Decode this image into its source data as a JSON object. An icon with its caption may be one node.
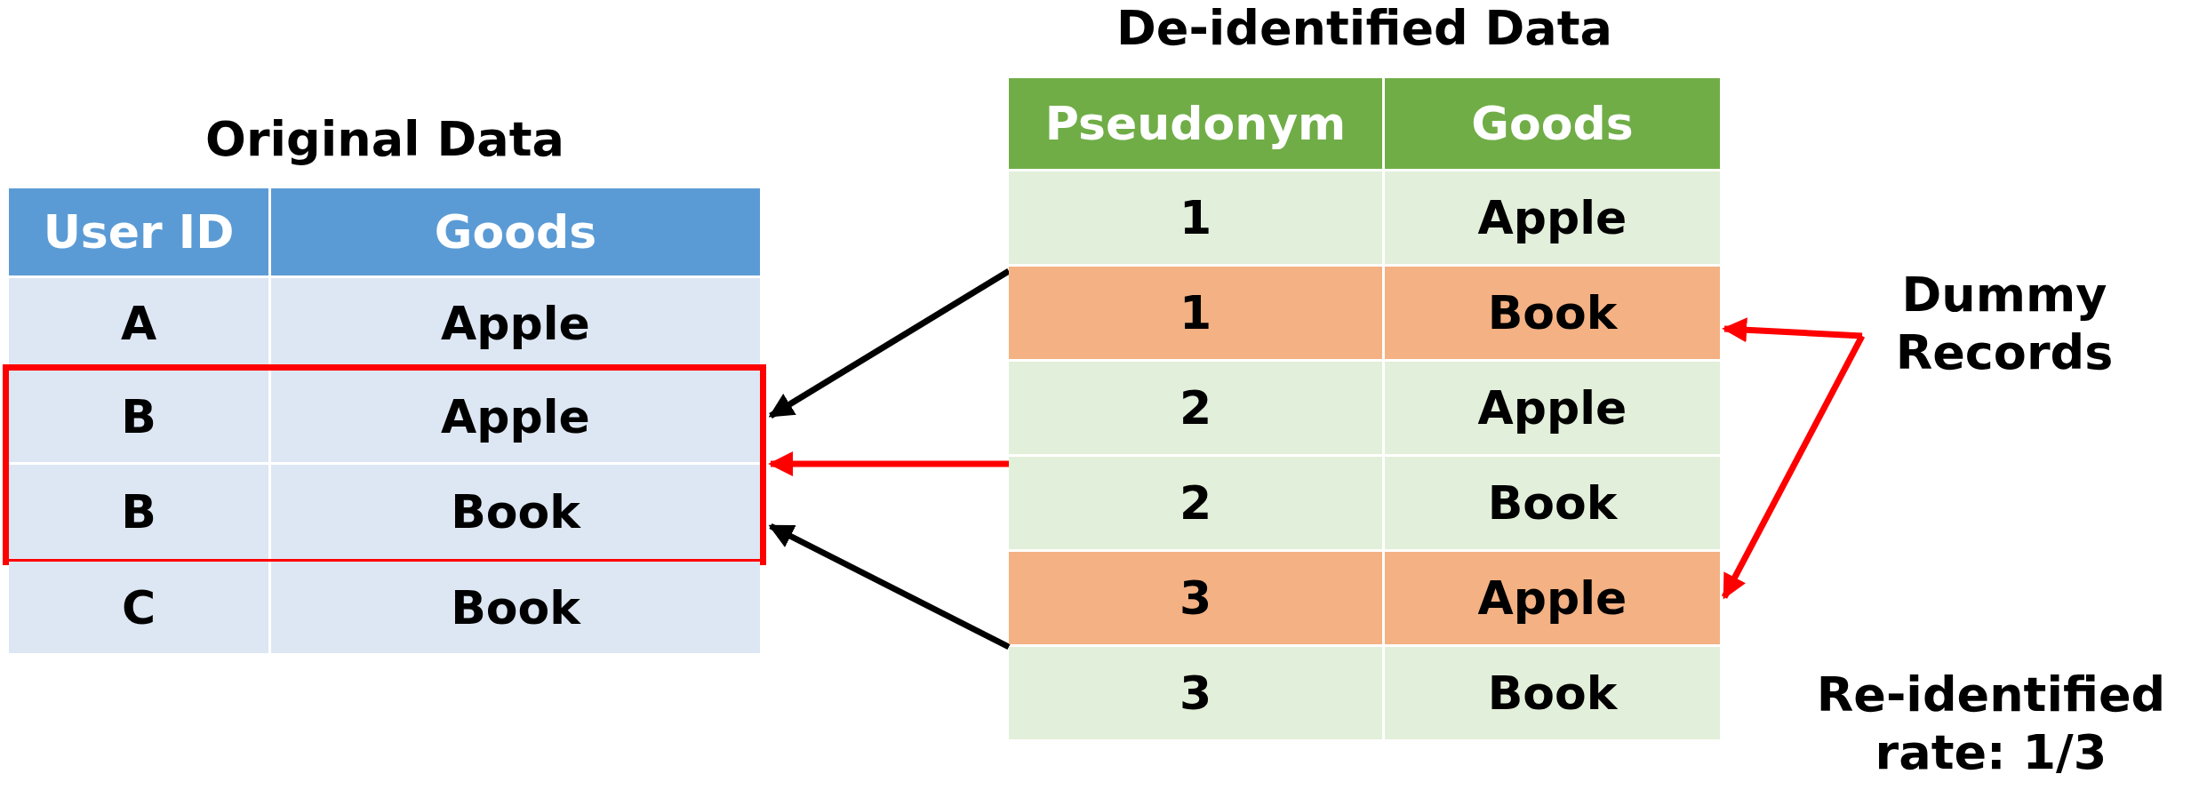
{
  "diagram": {
    "nodes": [
      {
        "text": [
          "Original Data"
        ]
      },
      {
        "text": [
          "User ID",
          "Goods"
        ],
        "in": 0
      },
      {
        "text": [
          "A",
          "Apple"
        ],
        "in": 0
      },
      {
        "text": [],
        "shape": "box",
        "in": 0
      },
      {
        "text": [
          "B",
          "Apple"
        ],
        "in": 3
      },
      {
        "text": [
          "B",
          "Book"
        ],
        "in": 3
      },
      {
        "text": [
          "C",
          "Book"
        ],
        "in": 0
      },
      {
        "text": [
          "De-identified Data"
        ]
      },
      {
        "text": [
          "Pseudonym",
          "Goods"
        ],
        "in": 7
      },
      {
        "text": [
          "1",
          "Apple"
        ],
        "in": 7
      },
      {
        "text": [
          "1",
          "Book"
        ],
        "in": 7
      },
      {
        "text": [
          "2",
          "Apple"
        ],
        "in": 7
      },
      {
        "text": [
          "2",
          "Book"
        ],
        "in": 7
      },
      {
        "text": [
          "3",
          "Apple"
        ],
        "in": 7
      },
      {
        "text": [
          "3",
          "Book"
        ],
        "in": 7
      },
      {
        "text": [
          "Dummy Records"
        ]
      }
    ],
    "edges": [
      {
        "from": 7,
        "to": 3,
        "arrow": "to",
        "color": "#000000"
      },
      {
        "from": 7,
        "to": 3,
        "arrow": "to"
      },
      {
        "from": 7,
        "to": 3,
        "arrow": "to",
        "color": "#000000"
      },
      {
        "from": 15,
        "to": 10,
        "arrow": "to"
      },
      {
        "from": 15,
        "to": 13,
        "arrow": "to"
      }
    ],
    "labels": [
      "Re-identified rate: 1/3"
    ]
  }
}
